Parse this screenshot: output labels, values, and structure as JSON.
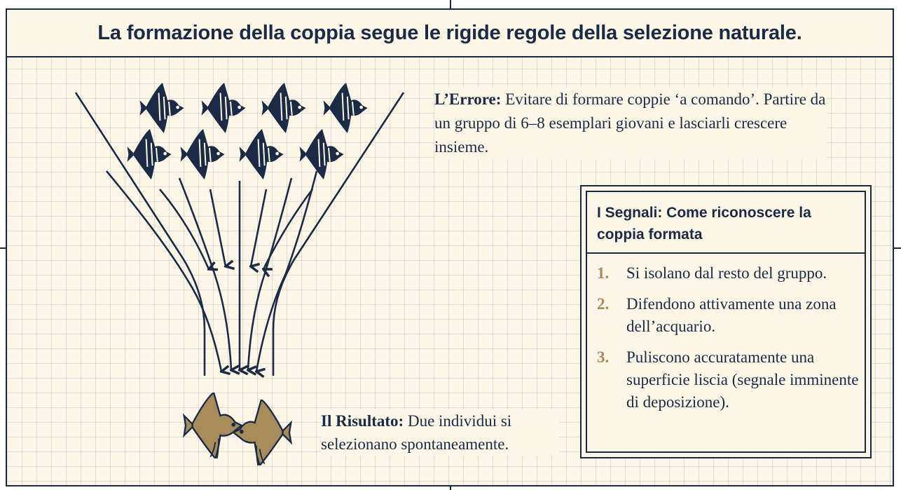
{
  "title": "La formazione della coppia segue le rigide regole della selezione naturale.",
  "error": {
    "label": "L’Errore:",
    "text": " Evitare di formare coppie ‘a comando’. Partire da un gruppo di 6–8 esemplari giovani e lasciarli crescere insieme."
  },
  "signals": {
    "title": "I Segnali: Come riconoscere la coppia formata",
    "items": [
      {
        "number": "1.",
        "text": "Si isolano dal resto del gruppo."
      },
      {
        "number": "2.",
        "text": "Difendono attivamente una zona dell’acquario."
      },
      {
        "number": "3.",
        "text": "Puliscono accuratamente una superficie liscia (segnale imminente di deposizione)."
      }
    ]
  },
  "result": {
    "label": "Il Risultato:",
    "text": " Due individui si selezionano spontaneamente."
  },
  "colors": {
    "navy": "#1c2a44",
    "gold": "#a68c5a",
    "paper": "#fbf6e8"
  },
  "icons": {
    "group_fish": "angelfish-icon",
    "pair_fish": "angelfish-icon",
    "arrows": "arrow-down-icon"
  }
}
